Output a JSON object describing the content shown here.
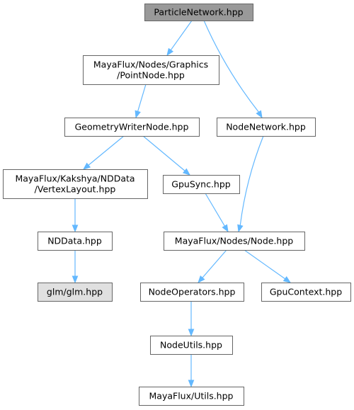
{
  "diagram": {
    "colors": {
      "edge": "#63b8ff",
      "border": "#666666",
      "root_fill": "#999999",
      "external_fill": "#e0e0e0",
      "external_border": "#999999",
      "node_fill": "#ffffff"
    },
    "nodes": [
      {
        "id": "particle-network",
        "lines": [
          "ParticleNetwork.hpp"
        ],
        "style": "root"
      },
      {
        "id": "point-node",
        "lines": [
          "MayaFlux/Nodes/Graphics",
          "/PointNode.hpp"
        ],
        "style": "normal"
      },
      {
        "id": "node-network",
        "lines": [
          "NodeNetwork.hpp"
        ],
        "style": "normal"
      },
      {
        "id": "geometry-writer-node",
        "lines": [
          "GeometryWriterNode.hpp"
        ],
        "style": "normal"
      },
      {
        "id": "vertex-layout",
        "lines": [
          "MayaFlux/Kakshya/NDData",
          "/VertexLayout.hpp"
        ],
        "style": "normal"
      },
      {
        "id": "gpu-sync",
        "lines": [
          "GpuSync.hpp"
        ],
        "style": "normal"
      },
      {
        "id": "nddata",
        "lines": [
          "NDData.hpp"
        ],
        "style": "normal"
      },
      {
        "id": "node",
        "lines": [
          "MayaFlux/Nodes/Node.hpp"
        ],
        "style": "normal"
      },
      {
        "id": "glm",
        "lines": [
          "glm/glm.hpp"
        ],
        "style": "external"
      },
      {
        "id": "node-operators",
        "lines": [
          "NodeOperators.hpp"
        ],
        "style": "normal"
      },
      {
        "id": "gpu-context",
        "lines": [
          "GpuContext.hpp"
        ],
        "style": "normal"
      },
      {
        "id": "node-utils",
        "lines": [
          "NodeUtils.hpp"
        ],
        "style": "normal"
      },
      {
        "id": "utils",
        "lines": [
          "MayaFlux/Utils.hpp"
        ],
        "style": "normal"
      }
    ],
    "edges": [
      {
        "from": "particle-network",
        "to": "point-node"
      },
      {
        "from": "particle-network",
        "to": "node-network"
      },
      {
        "from": "point-node",
        "to": "geometry-writer-node"
      },
      {
        "from": "geometry-writer-node",
        "to": "vertex-layout"
      },
      {
        "from": "geometry-writer-node",
        "to": "gpu-sync"
      },
      {
        "from": "vertex-layout",
        "to": "nddata"
      },
      {
        "from": "nddata",
        "to": "glm"
      },
      {
        "from": "gpu-sync",
        "to": "node"
      },
      {
        "from": "node-network",
        "to": "node"
      },
      {
        "from": "node",
        "to": "node-operators"
      },
      {
        "from": "node",
        "to": "gpu-context"
      },
      {
        "from": "node-operators",
        "to": "node-utils"
      },
      {
        "from": "node-utils",
        "to": "utils"
      }
    ]
  }
}
